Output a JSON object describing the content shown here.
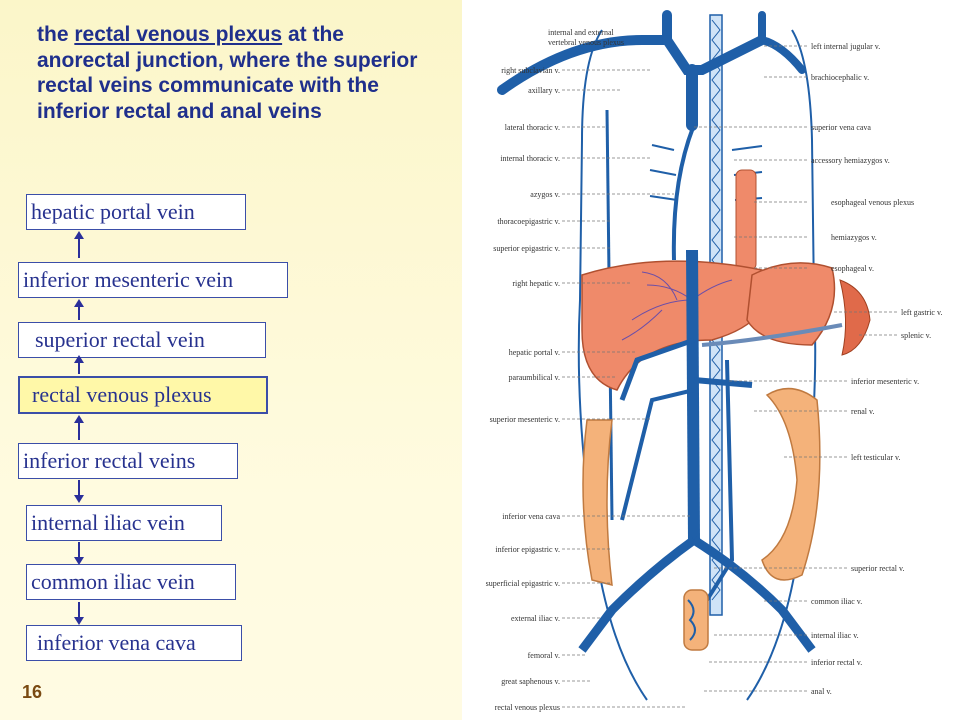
{
  "caption": {
    "prefix": "the ",
    "underlined": "rectal venous plexus",
    "suffix": " at the anorectal junction, where the superior rectal veins communicate with the inferior rectal and anal veins"
  },
  "flow": [
    "hepatic portal vein",
    "inferior mesenteric vein",
    "superior rectal vein",
    "rectal venous plexus",
    "inferior rectal veins",
    "internal iliac vein",
    "common iliac vein",
    "inferior vena cava"
  ],
  "slide_number": "16",
  "diagram": {
    "left_labels": [
      "right subclavian v.",
      "axillary v.",
      "lateral thoracic v.",
      "internal thoracic v.",
      "azygos v.",
      "thoracoepigastric v.",
      "superior epigastric v.",
      "right hepatic v.",
      "hepatic portal v.",
      "paraumbilical v.",
      "superior mesenteric v.",
      "inferior vena cava",
      "inferior epigastric v.",
      "superficial epigastric v.",
      "external iliac v.",
      "femoral v.",
      "great saphenous v.",
      "rectal venous plexus"
    ],
    "right_labels": [
      "left internal jugular v.",
      "brachiocephalic v.",
      "superior vena cava",
      "accessory hemiazygos v.",
      "esophageal venous plexus",
      "hemiazygos v.",
      "esophageal v.",
      "left gastric v.",
      "splenic v.",
      "inferior mesenteric v.",
      "renal v.",
      "left testicular v.",
      "superior rectal v.",
      "common iliac v.",
      "internal iliac v.",
      "inferior rectal v.",
      "anal v."
    ],
    "top_label": [
      "internal and external",
      "vertebral venous plexus"
    ],
    "colors": {
      "vein": "#1f5fa8",
      "organ": "#ef8a6a",
      "colon": "#f4b27a",
      "line": "#555555"
    }
  }
}
